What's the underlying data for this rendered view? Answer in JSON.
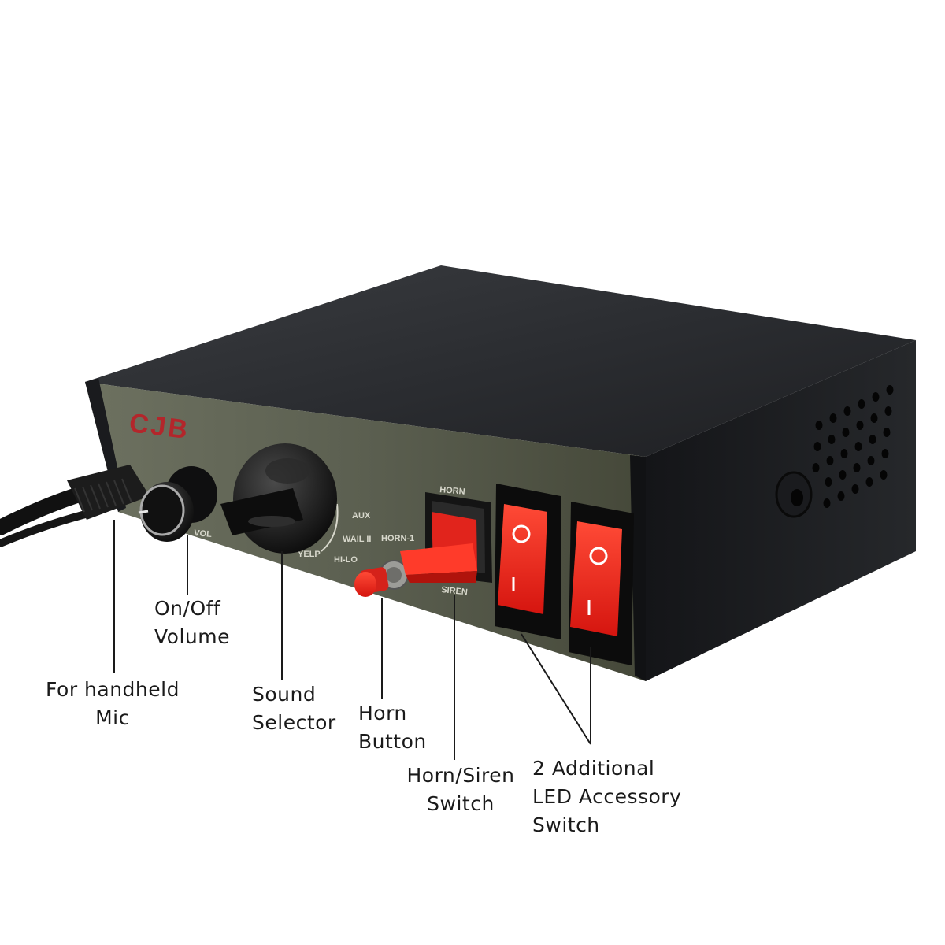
{
  "device": {
    "brand": "CJB",
    "panel_labels": {
      "vol": "VOL",
      "aux": "AUX",
      "wail": "WAIL II",
      "hilo": "HI-LO",
      "yelp": "YELP",
      "horn_button": "HORN-1",
      "switch_top": "HORN",
      "switch_bottom": "SIREN"
    },
    "rocker_symbols": {
      "on": "I",
      "off": "O"
    },
    "colors": {
      "body": "#1c1d20",
      "panel": "#5a5e4f",
      "red": "#e3211f",
      "brand_red": "#b3262b"
    }
  },
  "callouts": {
    "mic": [
      "For handheld",
      "Mic"
    ],
    "volume": [
      "On/Off",
      "Volume"
    ],
    "sound": [
      "Sound",
      "Selector"
    ],
    "horn": [
      "Horn",
      "Button"
    ],
    "switch": [
      "Horn/Siren",
      "Switch"
    ],
    "led": [
      "2 Additional",
      "LED Accessory",
      "Switch"
    ]
  }
}
